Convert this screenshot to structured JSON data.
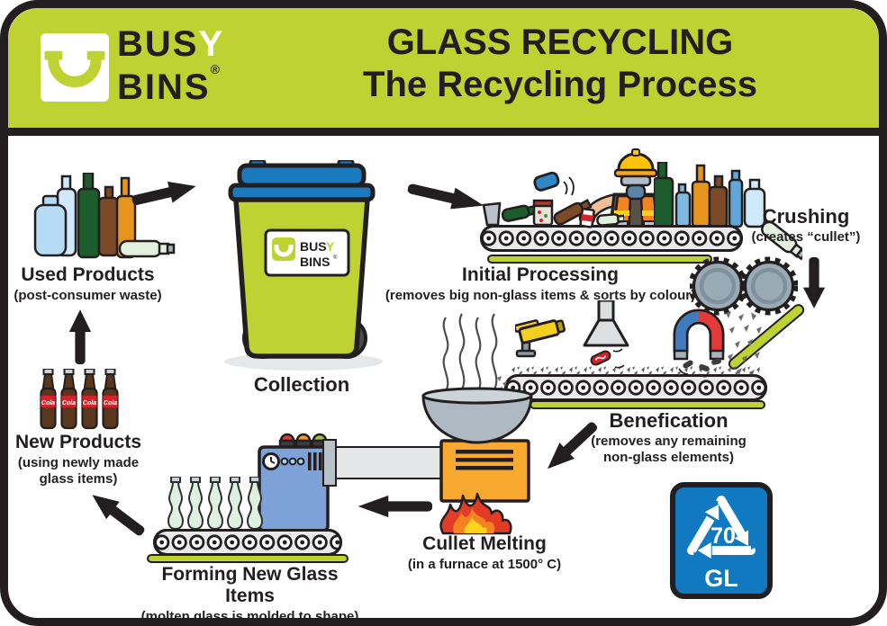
{
  "header": {
    "brand": {
      "prefix": "BUS",
      "y": "Y",
      "line2": "BINS",
      "registered": "®"
    },
    "title_line1": "GLASS RECYCLING",
    "title_line2": "The Recycling Process"
  },
  "bin": {
    "label_prefix": "BUS",
    "label_y": "Y",
    "label_line2": "BINS",
    "registered": "®"
  },
  "stations": {
    "used_products": {
      "title": "Used Products",
      "subtitle": "(post-consumer waste)"
    },
    "collection": {
      "title": "Collection"
    },
    "initial_processing": {
      "title": "Initial Processing",
      "subtitle": "(removes big non-glass items & sorts by colour)"
    },
    "crushing": {
      "title": "Crushing",
      "subtitle": "(creates “cullet”)"
    },
    "benefication": {
      "title": "Benefication",
      "subtitle": "(removes any remaining non-glass elements)"
    },
    "cullet_melting": {
      "title": "Cullet Melting",
      "subtitle": "(in a furnace at 1500° C)"
    },
    "forming": {
      "title": "Forming New Glass Items",
      "subtitle": "(molten glass is molded to shape)"
    },
    "new_products": {
      "title": "New Products",
      "subtitle": "(using newly made glass items)"
    }
  },
  "cola_label": "Cola",
  "gl_symbol": {
    "number": "70",
    "code": "GL"
  },
  "colors": {
    "green": "#bed331",
    "dark": "#231f20",
    "bin_lid_blue": "#1b79bd",
    "symbol_blue": "#1179bf",
    "furnace_orange": "#f9a930",
    "machine_blue": "#7ea1d7"
  }
}
